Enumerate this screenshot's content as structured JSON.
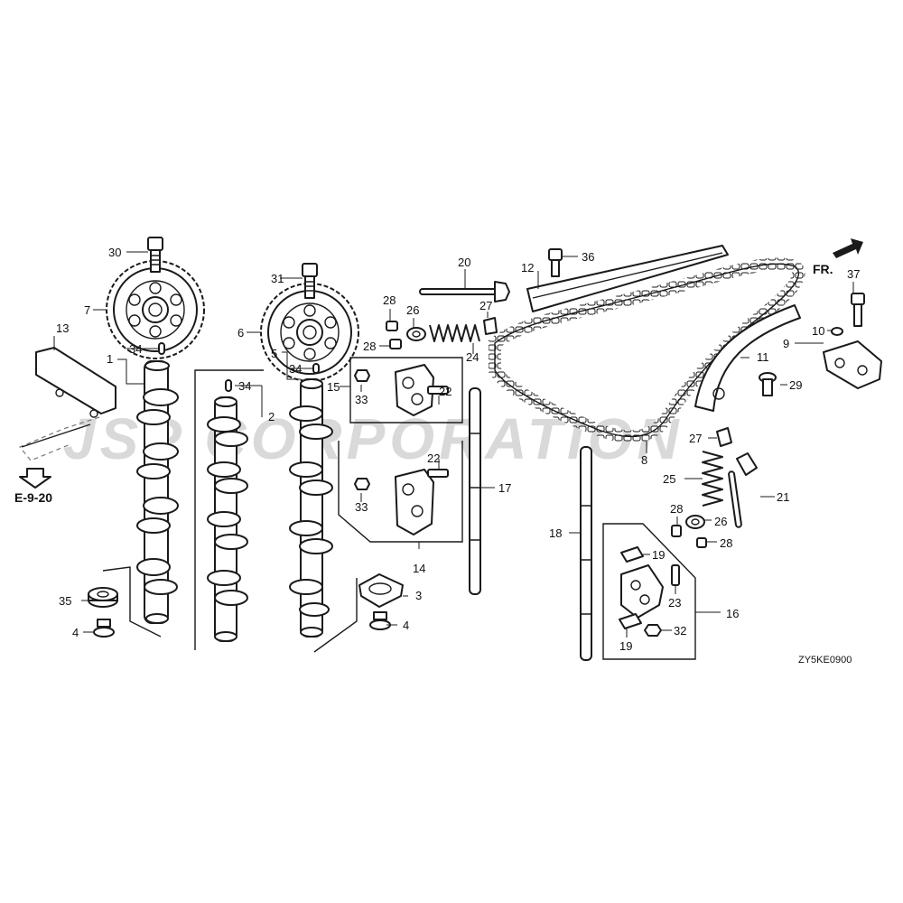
{
  "watermark": {
    "text": "JSP CORPORATION",
    "color": "#d9d9d9"
  },
  "diagram_code": "ZY5KE0900",
  "direction_label": "FR.",
  "reference": {
    "text": "E-9-20",
    "icon": "arrow-down-outline-icon"
  },
  "colors": {
    "line": "#1a1a1a",
    "background": "#ffffff"
  },
  "callouts": {
    "c1": "1",
    "c2": "2",
    "c3": "3",
    "c4a": "4",
    "c4b": "4",
    "c5": "5",
    "c6": "6",
    "c7": "7",
    "c8": "8",
    "c9": "9",
    "c10": "10",
    "c11": "11",
    "c12": "12",
    "c13": "13",
    "c14": "14",
    "c15": "15",
    "c16": "16",
    "c17": "17",
    "c18": "18",
    "c19a": "19",
    "c19b": "19",
    "c20": "20",
    "c21": "21",
    "c22a": "22",
    "c22b": "22",
    "c23": "23",
    "c24": "24",
    "c25": "25",
    "c26a": "26",
    "c26b": "26",
    "c27a": "27",
    "c27b": "27",
    "c28a": "28",
    "c28b": "28",
    "c28c": "28",
    "c28d": "28",
    "c29": "29",
    "c30": "30",
    "c31": "31",
    "c32": "32",
    "c33a": "33",
    "c33b": "33",
    "c34a": "34",
    "c34b": "34",
    "c34c": "34",
    "c35": "35",
    "c36": "36",
    "c37": "37"
  }
}
